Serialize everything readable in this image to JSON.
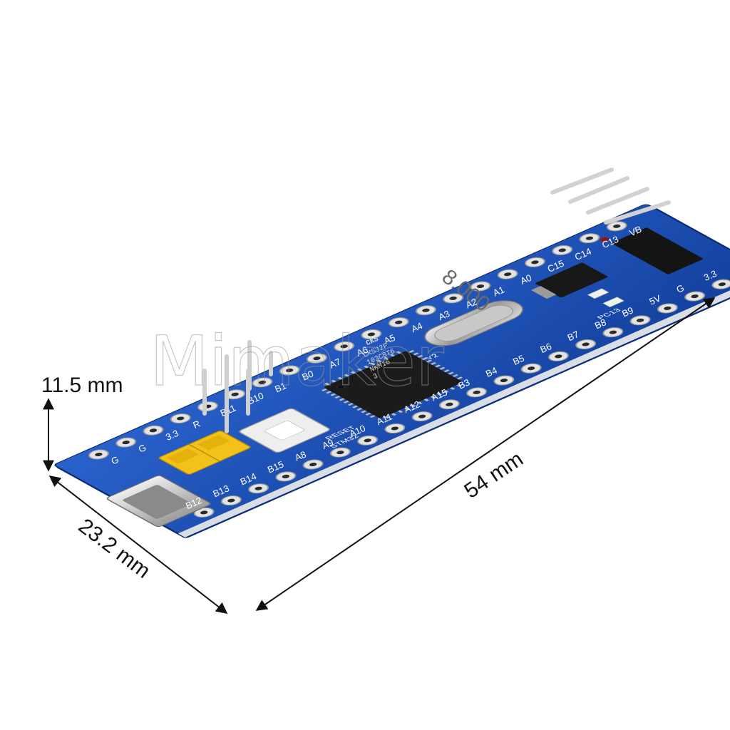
{
  "dimensions": {
    "height": "11.5 mm",
    "width": "23.2 mm",
    "length": "54 mm"
  },
  "board": {
    "top_pins": [
      "G",
      "G",
      "3.3",
      "R",
      "B11",
      "B10",
      "B1",
      "B0",
      "A7",
      "A6",
      "A5",
      "A4",
      "A3",
      "A2",
      "A1",
      "A0",
      "C15",
      "C14",
      "C13",
      "VB"
    ],
    "bottom_pins": [
      "B12",
      "B13",
      "B14",
      "B15",
      "A8",
      "A9",
      "A10",
      "A11",
      "A12",
      "A15",
      "B3",
      "B4",
      "B5",
      "B6",
      "B7",
      "B8",
      "B9",
      "5V",
      "G",
      "3.3"
    ],
    "chip_lines": [
      "CKS32F",
      "103C8T6",
      "NKM16",
      "3"
    ],
    "chip_logo": "CKS",
    "brand": "STM32",
    "reset_label": "RESET",
    "led_label": "PC13",
    "crystal_label": "Y2",
    "crystal_marking": "8.000",
    "board_color": "#1a4fb8",
    "header_color": "#f2c21b"
  },
  "watermark": "Mimaker"
}
